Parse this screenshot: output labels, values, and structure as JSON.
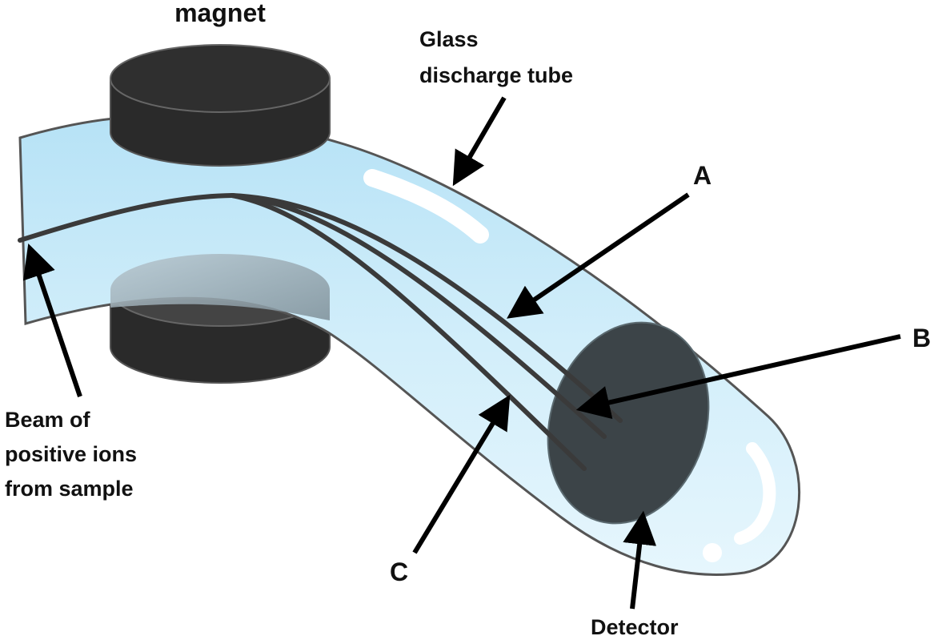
{
  "labels": {
    "magnet": "magnet",
    "glass_tube_line1": "Glass",
    "glass_tube_line2": "discharge tube",
    "beam_line1": "Beam of",
    "beam_line2": "positive ions",
    "beam_line3": "from sample",
    "detector": "Detector",
    "path_a": "A",
    "path_b": "B",
    "path_c": "C"
  },
  "colors": {
    "tube_fill": "#c8eaf8",
    "tube_outline": "#555555",
    "magnet": "#2a2a2a",
    "detector": "#3c4448",
    "ion_path": "#3a3a3a",
    "highlight": "#ffffff"
  }
}
